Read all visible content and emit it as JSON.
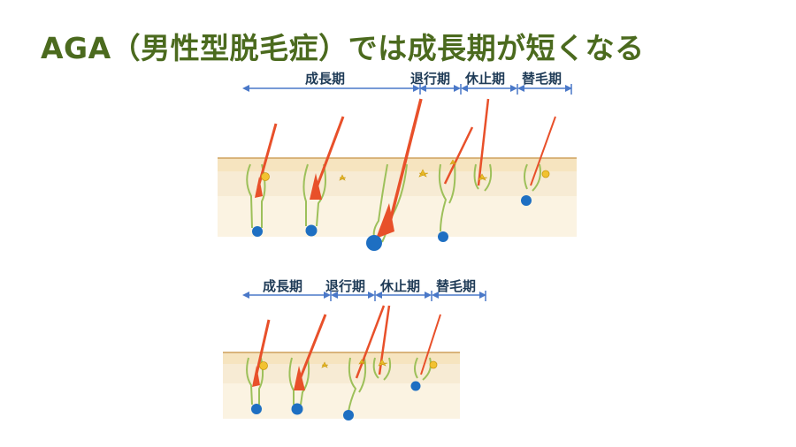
{
  "slide": {
    "title": "AGA（男性型脱毛症）では成長期が短くなる"
  },
  "normal_cycle": {
    "phases": [
      {
        "label": "成長期"
      },
      {
        "label": "退行期"
      },
      {
        "label": "休止期"
      },
      {
        "label": "替毛期"
      }
    ]
  },
  "aga_cycle": {
    "phases": [
      {
        "label": "成長期"
      },
      {
        "label": "退行期"
      },
      {
        "label": "休止期"
      },
      {
        "label": "替毛期"
      }
    ]
  },
  "colors": {
    "title_green": "#4b6a1e",
    "arrow_blue": "#4a78c8",
    "skin": "#f6e4bf",
    "skin_edge": "#d9b47a",
    "follicle_outline": "#9dc05a",
    "hair_red": "#e8502a",
    "papilla_blue": "#1e6fc2",
    "gland_yellow": "#f2c230"
  }
}
